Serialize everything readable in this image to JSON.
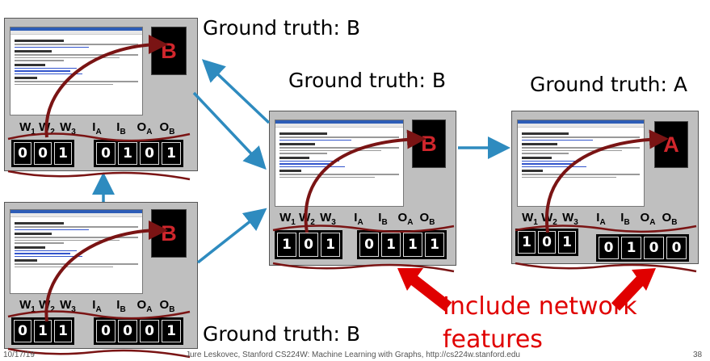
{
  "ground_truth_labels": {
    "top_left": "Ground truth: B",
    "middle": "Ground truth: B",
    "right": "Ground truth: A",
    "bottom_left": "Ground truth: B"
  },
  "pages": {
    "top_left": {
      "label": "B",
      "w": [
        "0",
        "0",
        "1"
      ],
      "io": [
        "0",
        "1",
        "0",
        "1"
      ]
    },
    "bottom_left": {
      "label": "B",
      "w": [
        "0",
        "1",
        "1"
      ],
      "io": [
        "0",
        "0",
        "0",
        "1"
      ]
    },
    "middle": {
      "label": "B",
      "w": [
        "1",
        "0",
        "1"
      ],
      "io": [
        "0",
        "1",
        "1",
        "1"
      ]
    },
    "right": {
      "label": "A",
      "w": [
        "1",
        "0",
        "1"
      ],
      "io": [
        "0",
        "1",
        "0",
        "0"
      ]
    }
  },
  "feature_names": {
    "w1": "W",
    "w1_sub": "1",
    "w2": "W",
    "w2_sub": "2",
    "w3": "W",
    "w3_sub": "3",
    "ia": "I",
    "ia_sub": "A",
    "ib": "I",
    "ib_sub": "B",
    "oa": "O",
    "oa_sub": "A",
    "ob": "O",
    "ob_sub": "B"
  },
  "callout": {
    "line1": "Include network",
    "line2": "features"
  },
  "footer": {
    "date": "10/17/19",
    "credit": "Jure Leskovec, Stanford CS224W: Machine Learning with Graphs, http://cs224w.stanford.edu",
    "page": "38"
  },
  "colors": {
    "edge": "#2e8bbf",
    "label": "#d0262c",
    "brace": "#7a1414",
    "callout": "#e00000"
  }
}
